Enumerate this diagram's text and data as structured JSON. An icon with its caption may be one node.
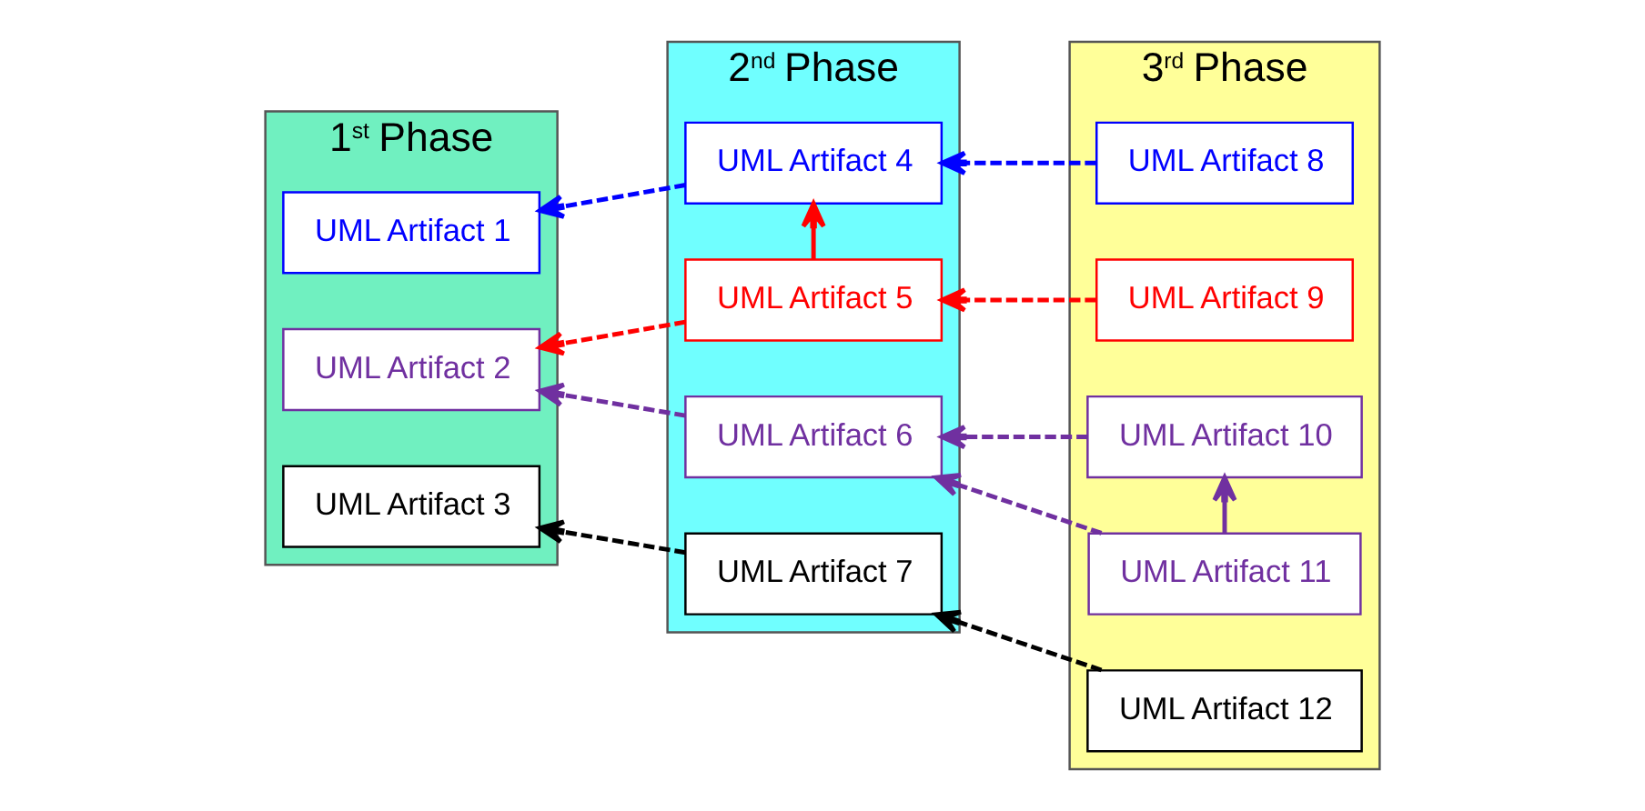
{
  "diagram": {
    "nodes": [
      {
        "text": [
          "1$^{st}$ Phase"
        ]
      },
      {
        "text": [
          "UML Artifact 1"
        ],
        "in": 0
      },
      {
        "text": [
          "UML Artifact 2"
        ],
        "in": 0
      },
      {
        "text": [
          "UML Artifact 3"
        ],
        "in": 0
      },
      {
        "text": [
          "2$^{nd}$ Phase"
        ]
      },
      {
        "text": [
          "UML Artifact 4"
        ],
        "in": 4
      },
      {
        "text": [
          "UML Artifact 5"
        ],
        "in": 4
      },
      {
        "text": [
          "UML Artifact 6"
        ],
        "in": 4
      },
      {
        "text": [
          "UML Artifact 7"
        ],
        "in": 4
      },
      {
        "text": [
          "3$^{rd}$ Phase"
        ]
      },
      {
        "text": [
          "UML Artifact 8"
        ],
        "in": 9
      },
      {
        "text": [
          "UML Artifact 9"
        ],
        "in": 9
      },
      {
        "text": [
          "UML Artifact 10"
        ],
        "in": 9
      },
      {
        "text": [
          "UML Artifact 11"
        ],
        "in": 9
      },
      {
        "text": [
          "UML Artifact 12"
        ],
        "in": 9
      }
    ],
    "edges": [
      {
        "from": 10,
        "to": 5,
        "arrow": "to",
        "style": "dashed",
        "color": "#0000ff"
      },
      {
        "from": 5,
        "to": 1,
        "arrow": "to",
        "style": "dashed",
        "color": "#0000ff"
      },
      {
        "from": 6,
        "to": 5,
        "arrow": "to",
        "color": "#ff0000"
      },
      {
        "from": 11,
        "to": 6,
        "arrow": "to",
        "style": "dashed",
        "color": "#ff0000"
      },
      {
        "from": 6,
        "to": 2,
        "arrow": "to",
        "style": "dashed",
        "color": "#ff0000"
      },
      {
        "from": 7,
        "to": 2,
        "arrow": "to",
        "style": "dashed",
        "color": "#7030a0"
      },
      {
        "from": 12,
        "to": 7,
        "arrow": "to",
        "style": "dashed",
        "color": "#7030a0"
      },
      {
        "from": 13,
        "to": 7,
        "arrow": "to",
        "style": "dashed",
        "color": "#7030a0"
      },
      {
        "from": 13,
        "to": 12,
        "arrow": "to",
        "color": "#7030a0"
      },
      {
        "from": 8,
        "to": 3,
        "arrow": "to",
        "style": "dashed",
        "color": "#000000"
      },
      {
        "from": 14,
        "to": 8,
        "arrow": "to",
        "style": "dashed",
        "color": "#000000"
      }
    ]
  }
}
